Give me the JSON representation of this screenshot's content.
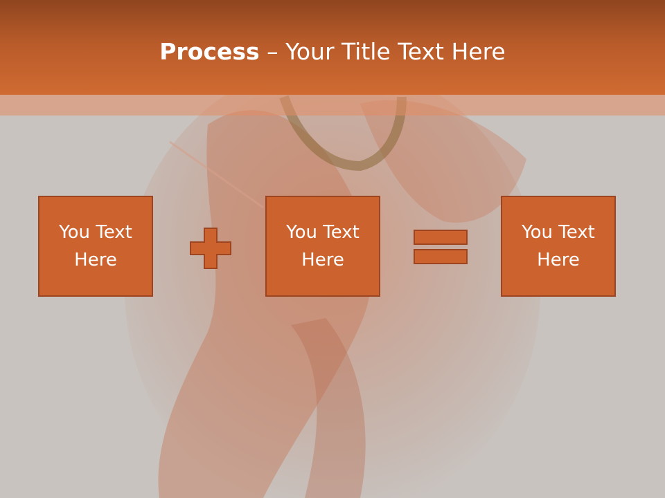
{
  "title": {
    "bold": "Process",
    "rest": " – Your Title Text Here"
  },
  "boxes": [
    {
      "label": "You Text\nHere"
    },
    {
      "label": "You Text\nHere"
    },
    {
      "label": "You Text\nHere"
    }
  ],
  "colors": {
    "header": "#c0612c",
    "box_fill": "#cc632f",
    "box_border": "#9c4520",
    "background": "#c9c3bf"
  },
  "icons": [
    "plus-icon",
    "equals-icon"
  ]
}
